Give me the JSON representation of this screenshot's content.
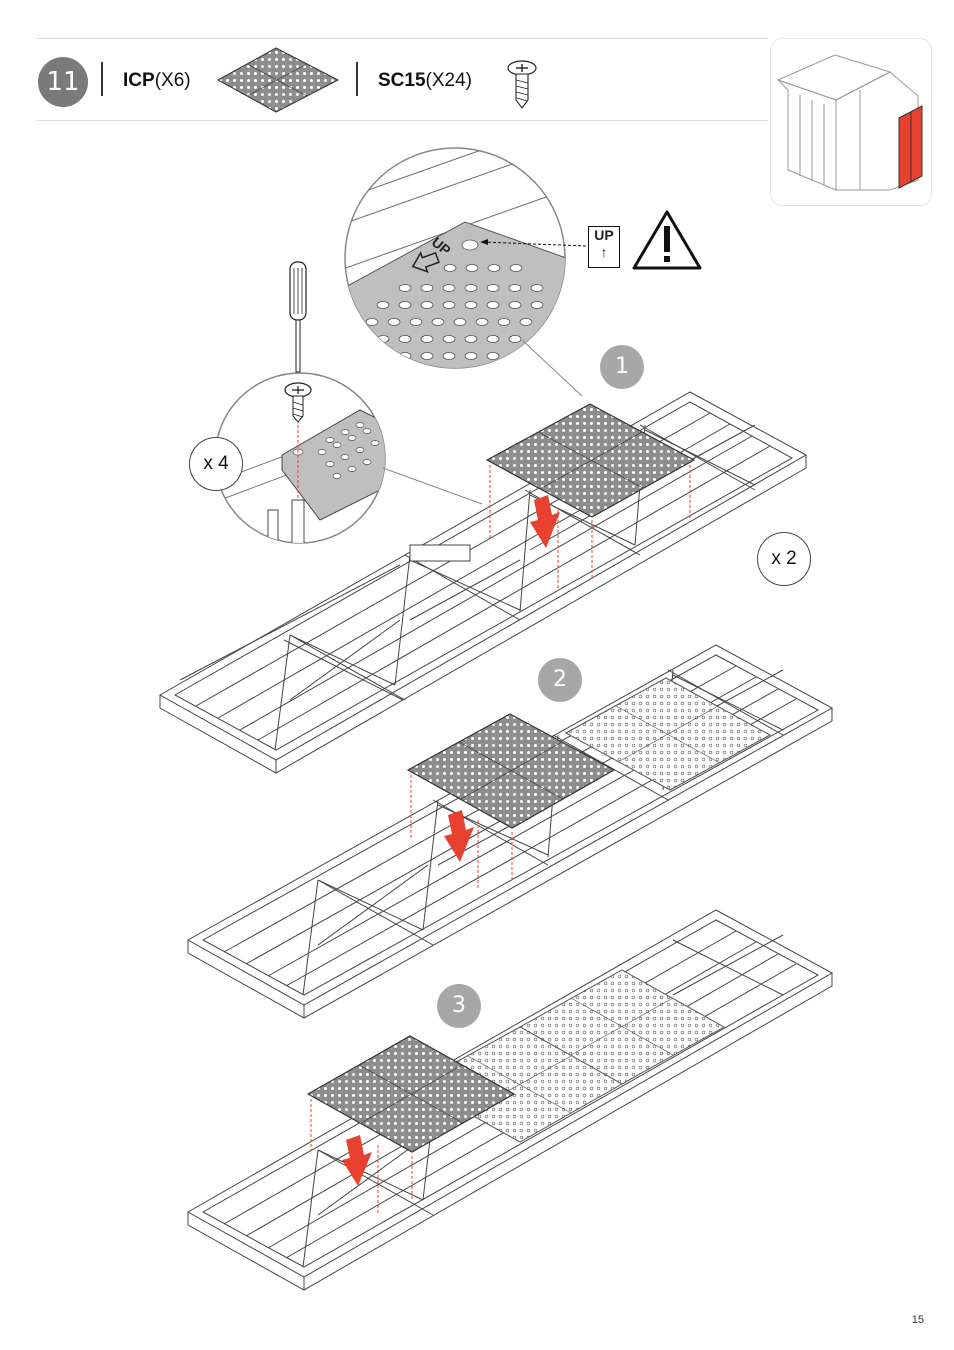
{
  "header": {
    "step_number": "11",
    "part1_code": "ICP",
    "part1_qty": "(X6)",
    "part2_code": "SC15",
    "part2_qty": "(X24)"
  },
  "callouts": {
    "multiplier_screws": "x 4",
    "multiplier_repeat": "x 2",
    "up_label": "UP",
    "zoom_up_text": "UP"
  },
  "substeps": [
    "1",
    "2",
    "3"
  ],
  "footer": {
    "page_number": "15"
  },
  "colors": {
    "accent": "#e8412f",
    "panel_fill": "#8d8d8d",
    "badge": "#a7a7a7"
  },
  "icons": [
    "screw-icon",
    "screwdriver-icon",
    "warning-triangle-icon",
    "shed-thumbnail-icon",
    "floor-panel-icon"
  ]
}
